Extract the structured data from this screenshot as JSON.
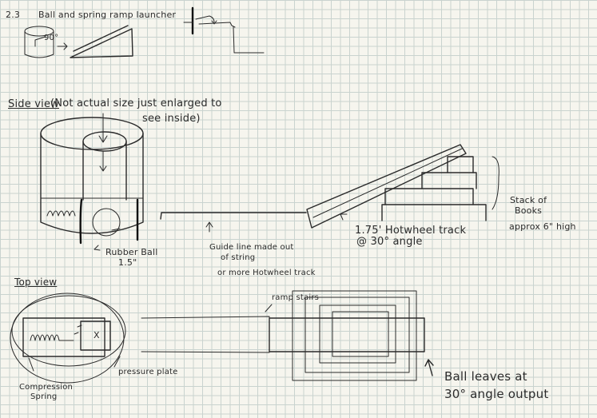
{
  "header": {
    "page_number": "2.3",
    "title": "Ball and spring ramp launcher"
  },
  "thumbnail": {
    "angle_label": "90°"
  },
  "side_view": {
    "heading": "Side view",
    "note_line1": "(Not actual size just enlarged to",
    "note_line2": "see inside)",
    "ball_label_line1": "Rubber Ball",
    "ball_label_line2": "1.5\"",
    "guide_line1": "Guide line made out",
    "guide_line2": "of string",
    "guide_line3": "or more Hotwheel track",
    "track_line1": "1.75' Hotwheel track",
    "track_line2": "@ 30° angle",
    "books_line1": "Stack of",
    "books_line2": "Books",
    "books_line3": "approx 6\" high"
  },
  "top_view": {
    "heading": "Top view",
    "spring_line1": "Compression",
    "spring_line2": "Spring",
    "plate_label": "pressure plate",
    "plate_mark": "X",
    "stairs_label": "ramp stairs",
    "exit_line1": "Ball leaves at",
    "exit_line2": "30° angle output"
  }
}
